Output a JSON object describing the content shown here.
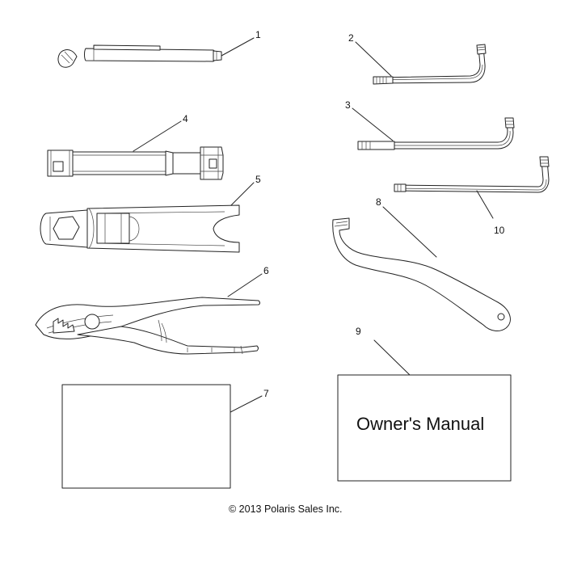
{
  "callouts": {
    "c1": "1",
    "c2": "2",
    "c3": "3",
    "c4": "4",
    "c5": "5",
    "c6": "6",
    "c7": "7",
    "c8": "8",
    "c9": "9",
    "c10": "10"
  },
  "owners_manual": {
    "title": "Owner's Manual"
  },
  "copyright": "© 2013 Polaris Sales Inc."
}
